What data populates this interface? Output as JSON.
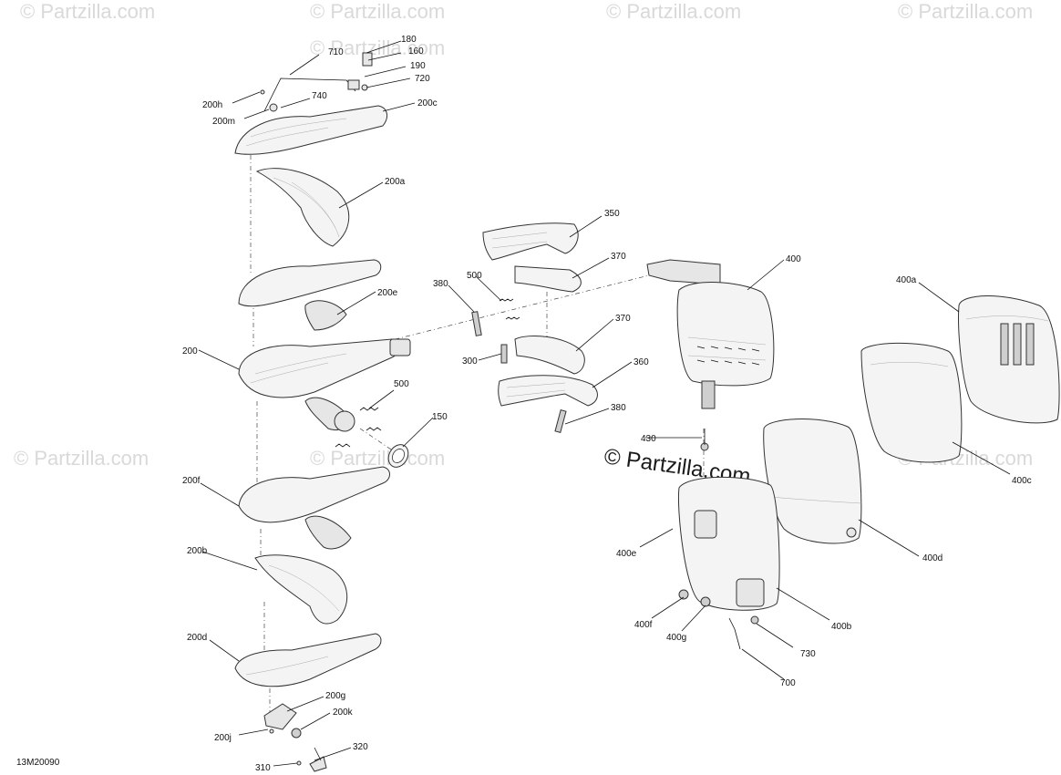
{
  "watermarks": {
    "small": "© Partzilla.com",
    "center": "© Partzilla.com"
  },
  "drawing_number": "13M20090",
  "callouts": {
    "c710": "710",
    "c180": "180",
    "c160": "160",
    "c190": "190",
    "c720": "720",
    "c740": "740",
    "c200h": "200h",
    "c200m": "200m",
    "c200c": "200c",
    "c200a": "200a",
    "c200e": "200e",
    "c200": "200",
    "c500a": "500",
    "c150": "150",
    "c200f": "200f",
    "c200b": "200b",
    "c200d": "200d",
    "c200g": "200g",
    "c200k": "200k",
    "c200j": "200j",
    "c320": "320",
    "c310": "310",
    "c350": "350",
    "c370a": "370",
    "c380a": "380",
    "c500b": "500",
    "c370b": "370",
    "c300": "300",
    "c360": "360",
    "c380b": "380",
    "c400": "400",
    "c400a": "400a",
    "c430": "430",
    "c400c": "400c",
    "c400d": "400d",
    "c400e": "400e",
    "c400b": "400b",
    "c400f": "400f",
    "c400g": "400g",
    "c730": "730",
    "c700": "700"
  }
}
